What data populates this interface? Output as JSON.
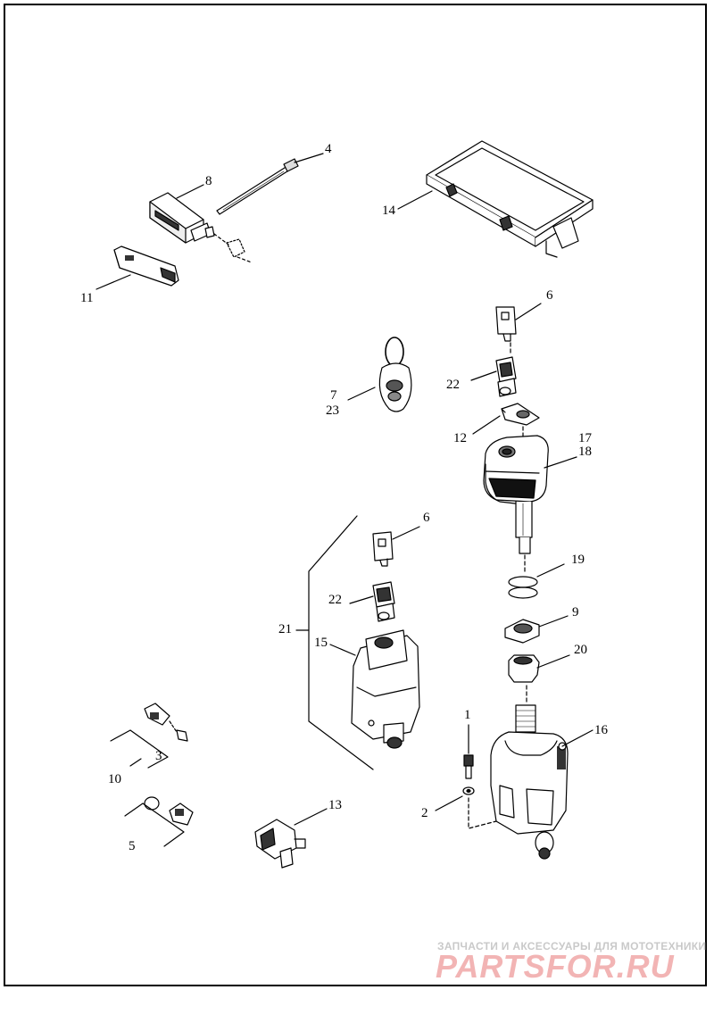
{
  "callouts": {
    "c1": "1",
    "c2": "2",
    "c3": "3",
    "c4": "4",
    "c5": "5",
    "c6a": "6",
    "c6b": "6",
    "c7": "7",
    "c8": "8",
    "c9": "9",
    "c10": "10",
    "c11": "11",
    "c12": "12",
    "c13": "13",
    "c14": "14",
    "c15": "15",
    "c16": "16",
    "c17": "17",
    "c18": "18",
    "c19": "19",
    "c20": "20",
    "c21": "21",
    "c22a": "22",
    "c22b": "22",
    "c23": "23"
  },
  "watermark": {
    "tagline": "ЗАПЧАСТИ И АКСЕССУАРЫ ДЛЯ МОТОТЕХНИКИ",
    "logo": "PARTSFOR.RU"
  },
  "colors": {
    "line": "#000000",
    "watermark_text": "#c9c9c9",
    "watermark_logo": "#f2b4b4"
  }
}
